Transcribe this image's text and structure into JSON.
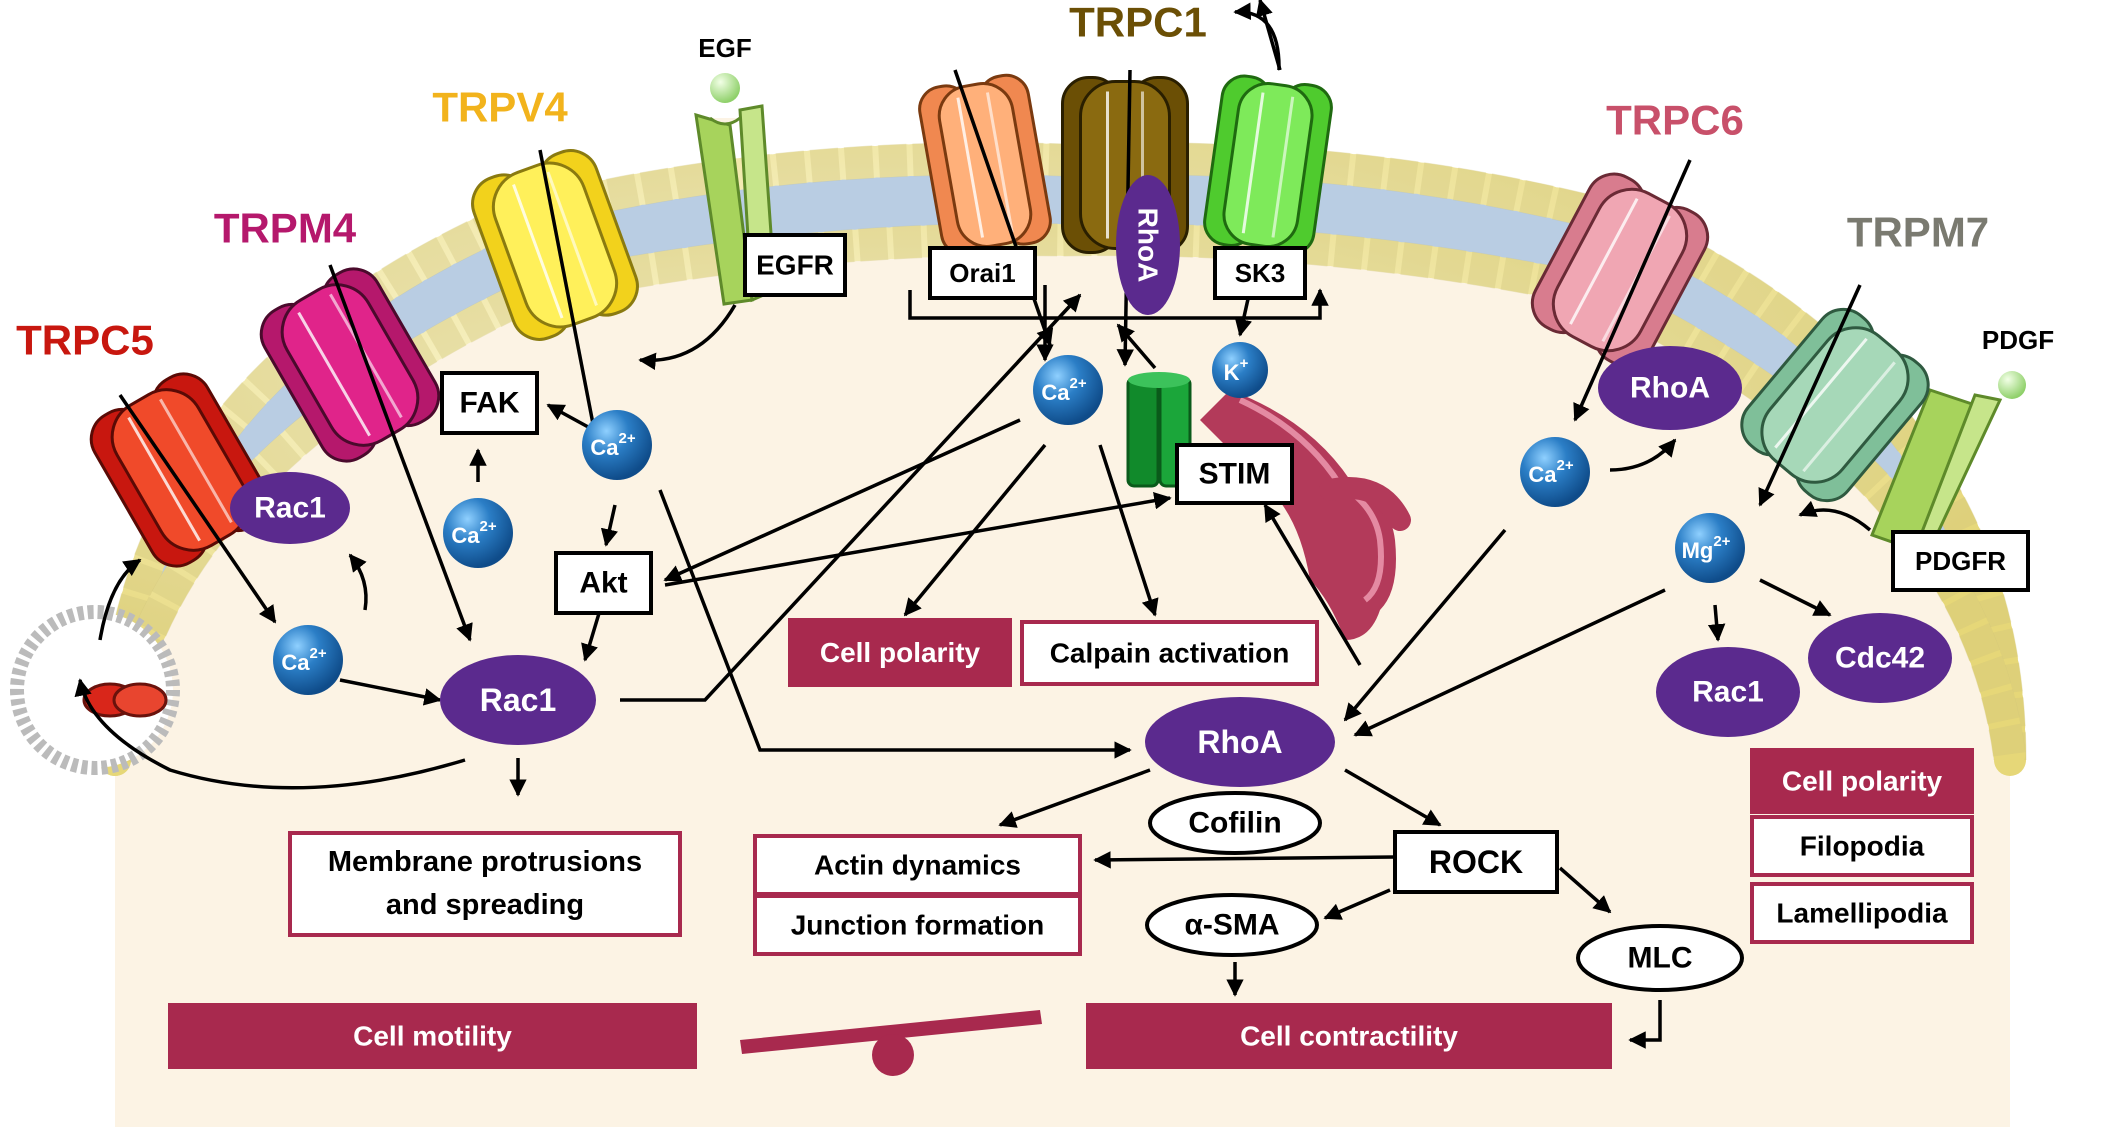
{
  "channels": {
    "trpc5": {
      "label": "TRPC5",
      "color": "#C8170F"
    },
    "trpm4": {
      "label": "TRPM4",
      "color": "#B5186C"
    },
    "trpv4": {
      "label": "TRPV4",
      "color": "#F2B31C"
    },
    "trpc1": {
      "label": "TRPC1",
      "color": "#6B4F05"
    },
    "trpc6": {
      "label": "TRPC6",
      "color": "#C8506A"
    },
    "trpm7": {
      "label": "TRPM7",
      "color": "#7A7A70"
    }
  },
  "ligands": {
    "egf": "EGF",
    "pdgf": "PDGF"
  },
  "boxes": {
    "egfr": "EGFR",
    "orai1": "Orai1",
    "sk3": "SK3",
    "fak": "FAK",
    "akt": "Akt",
    "stim": "STIM",
    "rock": "ROCK",
    "pdgfr": "PDGFR"
  },
  "ions": {
    "ca": "Ca",
    "ca_sup": "2+",
    "mg": "Mg",
    "mg_sup": "2+",
    "k": "K",
    "k_sup": "+"
  },
  "proteins": {
    "rac1": "Rac1",
    "rhoa": "RhoA",
    "cdc42": "Cdc42",
    "cofilin": "Cofilin",
    "asma": "α-SMA",
    "mlc": "MLC"
  },
  "outcomes": {
    "cell_polarity": "Cell polarity",
    "calpain": "Calpain activation",
    "membrane_protrusions_1": "Membrane protrusions",
    "membrane_protrusions_2": "and spreading",
    "actin_dynamics": "Actin dynamics",
    "junction_formation": "Junction formation",
    "cell_motility": "Cell motility",
    "cell_contractility": "Cell contractility",
    "filopodia": "Filopodia",
    "lamellipodia": "Lamellipodia"
  },
  "colors": {
    "outcome": "#A8294E",
    "protein": "#5B2A8E",
    "ion": "#2B7EC6",
    "cytoplasm": "#FCF3E4",
    "lipid_head": "#F5EDA6",
    "lipid_tail": "#B9CDE3",
    "stim": "#118A2B",
    "er": "#B33A5A"
  }
}
